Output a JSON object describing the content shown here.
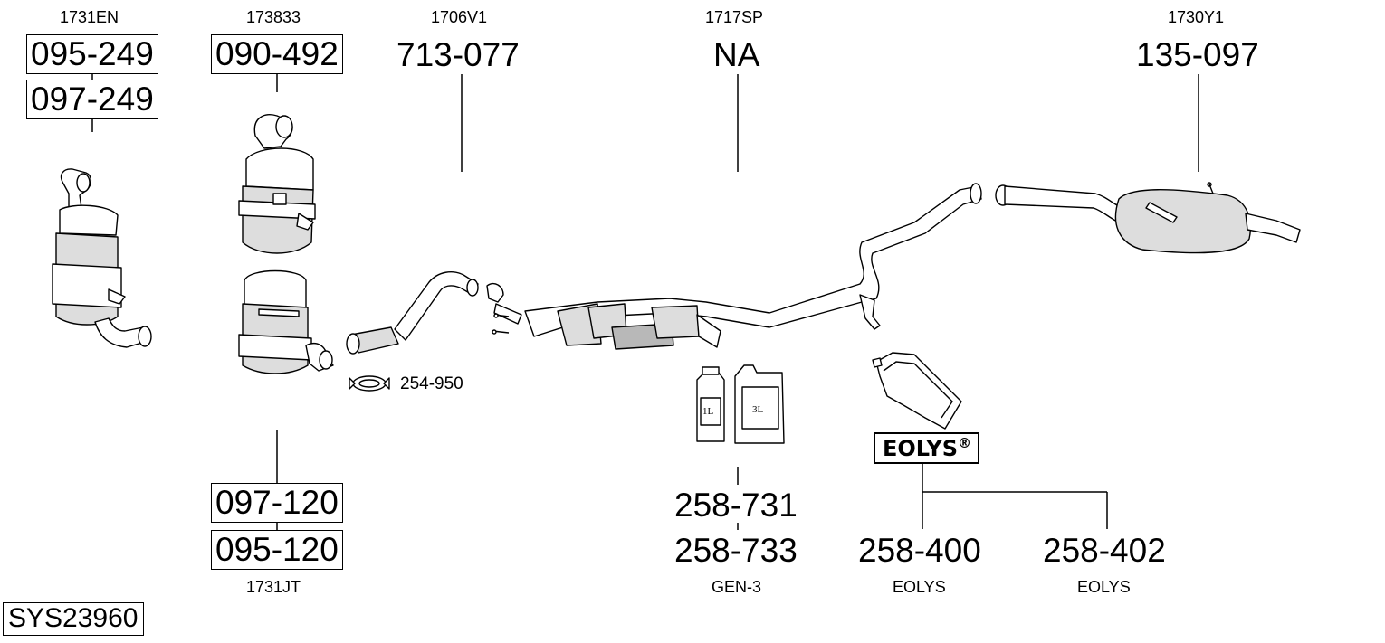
{
  "diagram": {
    "system_code": "SYS23960",
    "parts": [
      {
        "oem": "1731EN",
        "numbers": [
          "095-249",
          "097-249"
        ],
        "role": "catalytic-converter"
      },
      {
        "oem": "173833",
        "numbers": [
          "090-492"
        ],
        "role": "catalytic-converter-upper"
      },
      {
        "oem": "1731JT",
        "numbers": [
          "097-120",
          "095-120"
        ],
        "role": "particulate-filter"
      },
      {
        "oem": "1706V1",
        "numbers": [
          "713-077"
        ],
        "role": "front-pipe"
      },
      {
        "oem": "1717SP",
        "numbers": [
          "NA"
        ],
        "role": "middle-pipe"
      },
      {
        "oem": "1730Y1",
        "numbers": [
          "135-097"
        ],
        "role": "rear-silencer"
      }
    ],
    "clamp": {
      "number": "254-950"
    },
    "additive": {
      "numbers": [
        "258-731",
        "258-733"
      ],
      "caption": "GEN-3",
      "can_labels": [
        "1L",
        "3L"
      ]
    },
    "eolys": {
      "brand": "EOLYS",
      "mark": "®",
      "numbers": [
        {
          "number": "258-400",
          "caption": "EOLYS"
        },
        {
          "number": "258-402",
          "caption": "EOLYS"
        }
      ]
    }
  },
  "colors": {
    "line": "#000000",
    "fill": "#ffffff",
    "shade": "#dddddd",
    "dark_shade": "#b8b8b8"
  }
}
